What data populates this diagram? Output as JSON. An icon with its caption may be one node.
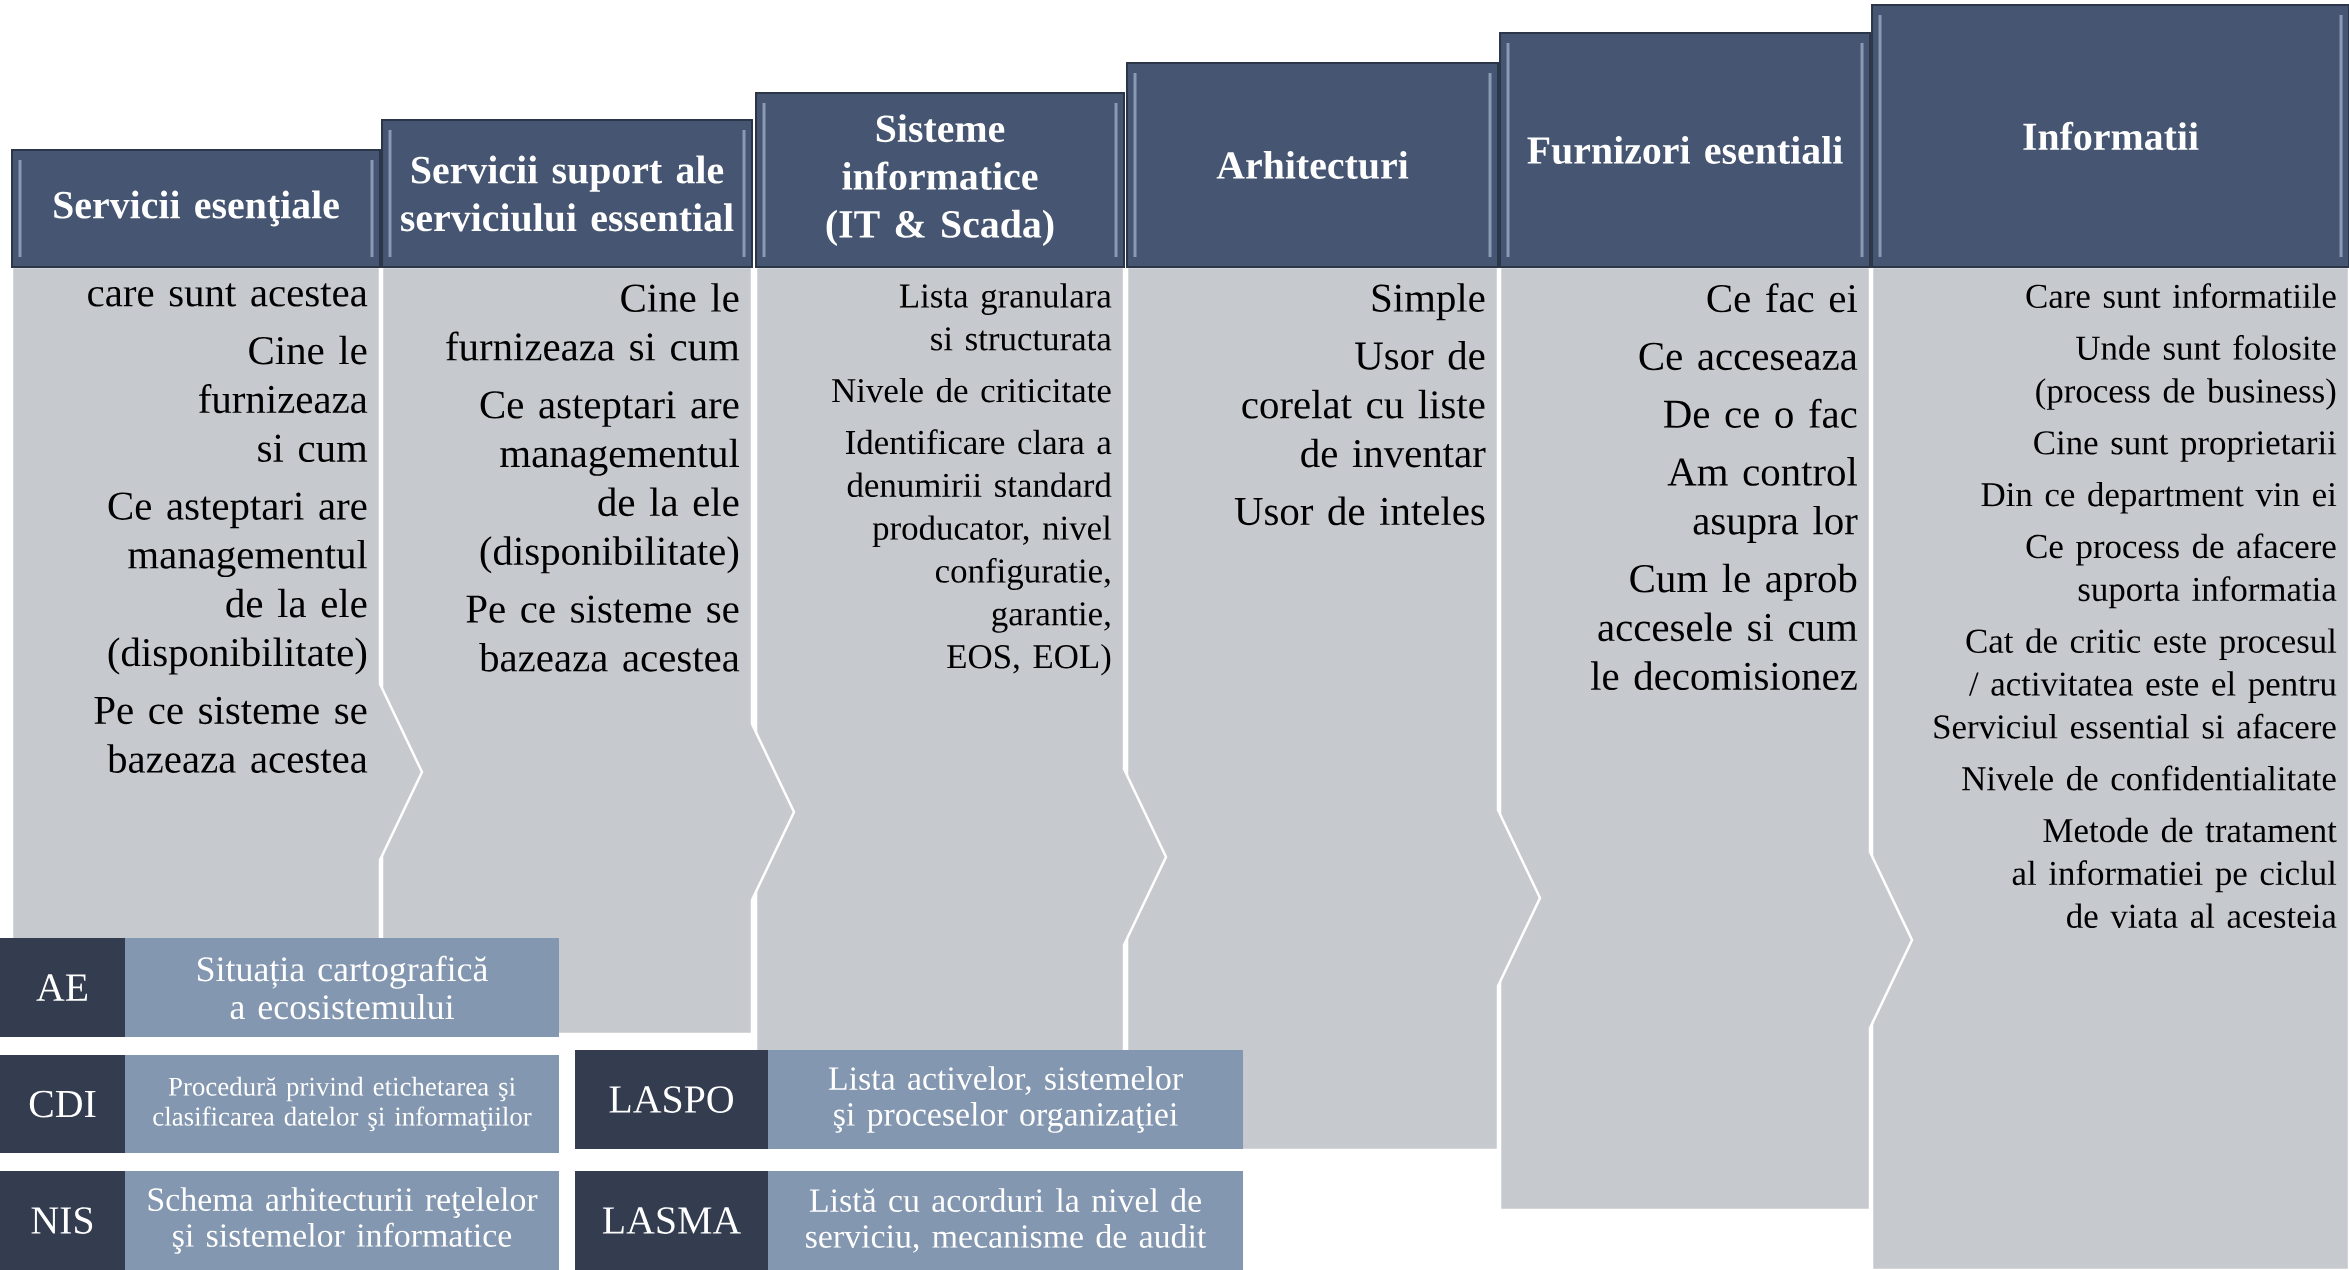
{
  "diagram": {
    "nodes": [
      {
        "text": [
          "Servicii esenţiale"
        ]
      },
      {
        "text": [
          "care sunt acestea",
          "Cine le furnizeaza si cum",
          "Ce asteptari are managementul de la ele (disponibilitate)",
          "Pe ce sisteme se bazeaza acestea"
        ]
      },
      {
        "text": [
          "Servicii suport ale serviciului essential"
        ]
      },
      {
        "text": [
          "Cine le furnizeaza si cum",
          "Ce asteptari are managementul de la ele (disponibilitate)",
          "Pe ce sisteme se bazeaza acestea"
        ]
      },
      {
        "text": [
          "Sisteme informatice (IT & Scada)"
        ]
      },
      {
        "text": [
          "Lista granulara si structurata",
          "Nivele de criticitate",
          "Identificare clara a denumirii standard producator, nivel configuratie, garantie, EOS, EOL)"
        ]
      },
      {
        "text": [
          "Arhitecturi"
        ]
      },
      {
        "text": [
          "Simple",
          "Usor de corelat cu liste de inventar",
          "Usor de inteles"
        ]
      },
      {
        "text": [
          "Furnizori esentiali"
        ]
      },
      {
        "text": [
          "Ce fac ei",
          "Ce acceseaza",
          "De ce o fac",
          "Am control asupra lor",
          "Cum le aprob accesele si cum le decomisionez"
        ]
      },
      {
        "text": [
          "Informatii"
        ]
      },
      {
        "text": [
          "Care sunt informatiile",
          "Unde sunt folosite (process de business)",
          "Cine sunt proprietarii",
          "Din ce department vin ei",
          "Ce process de afacere suporta informatia",
          "Cat de critic este procesul / activitatea este el pentru Serviciul essential si afacere",
          "Nivele de confidentialitate",
          "Metode de tratament al informatiei pe ciclul de viata al acesteia"
        ]
      },
      {
        "text": [
          "AE"
        ]
      },
      {
        "text": [
          "Situația cartografică a ecosistemului"
        ]
      },
      {
        "text": [
          "CDI"
        ]
      },
      {
        "text": [
          "Procedură privind etichetarea şi clasificarea datelor şi informaţiilor"
        ]
      },
      {
        "text": [
          "LASPO"
        ]
      },
      {
        "text": [
          "Lista activelor, sistemelor şi proceselor organizaţiei"
        ]
      },
      {
        "text": [
          "NIS"
        ]
      },
      {
        "text": [
          "Schema arhitecturii reţelelor şi sistemelor informatice"
        ]
      },
      {
        "text": [
          "LASMA"
        ]
      },
      {
        "text": [
          "Listă cu acorduri la nivel de serviciu, mecanisme de audit"
        ]
      }
    ]
  }
}
